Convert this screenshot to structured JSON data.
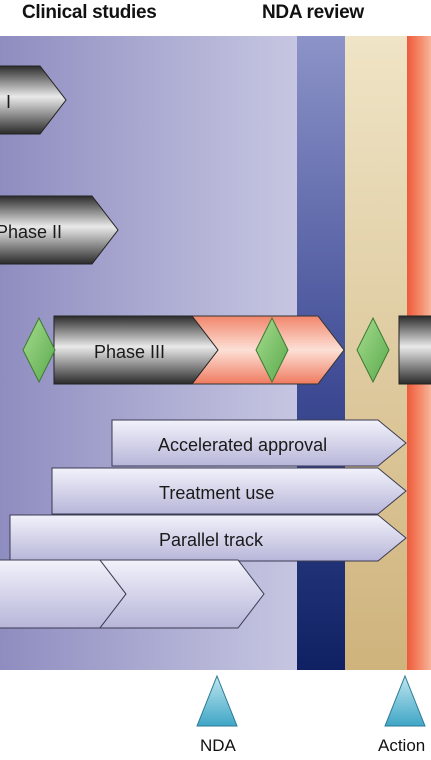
{
  "headers": {
    "clinical": "Clinical studies",
    "nda": "NDA review"
  },
  "phases": {
    "phase1": "I",
    "phase2": "Phase II",
    "phase3": "Phase III"
  },
  "tracks": {
    "accelerated": "Accelerated approval",
    "treatment": "Treatment use",
    "parallel": "Parallel track"
  },
  "markers": {
    "nda": "NDA",
    "action": "Action"
  },
  "colors": {
    "clinical_bg": "#a9a8cf",
    "nda_band": "#4f5a9c",
    "review_band": "#e2d2a8",
    "action_band": "#f06a4c",
    "milestone_diamond": "#7cc46a",
    "marker_triangle": "#5fb9d0"
  }
}
